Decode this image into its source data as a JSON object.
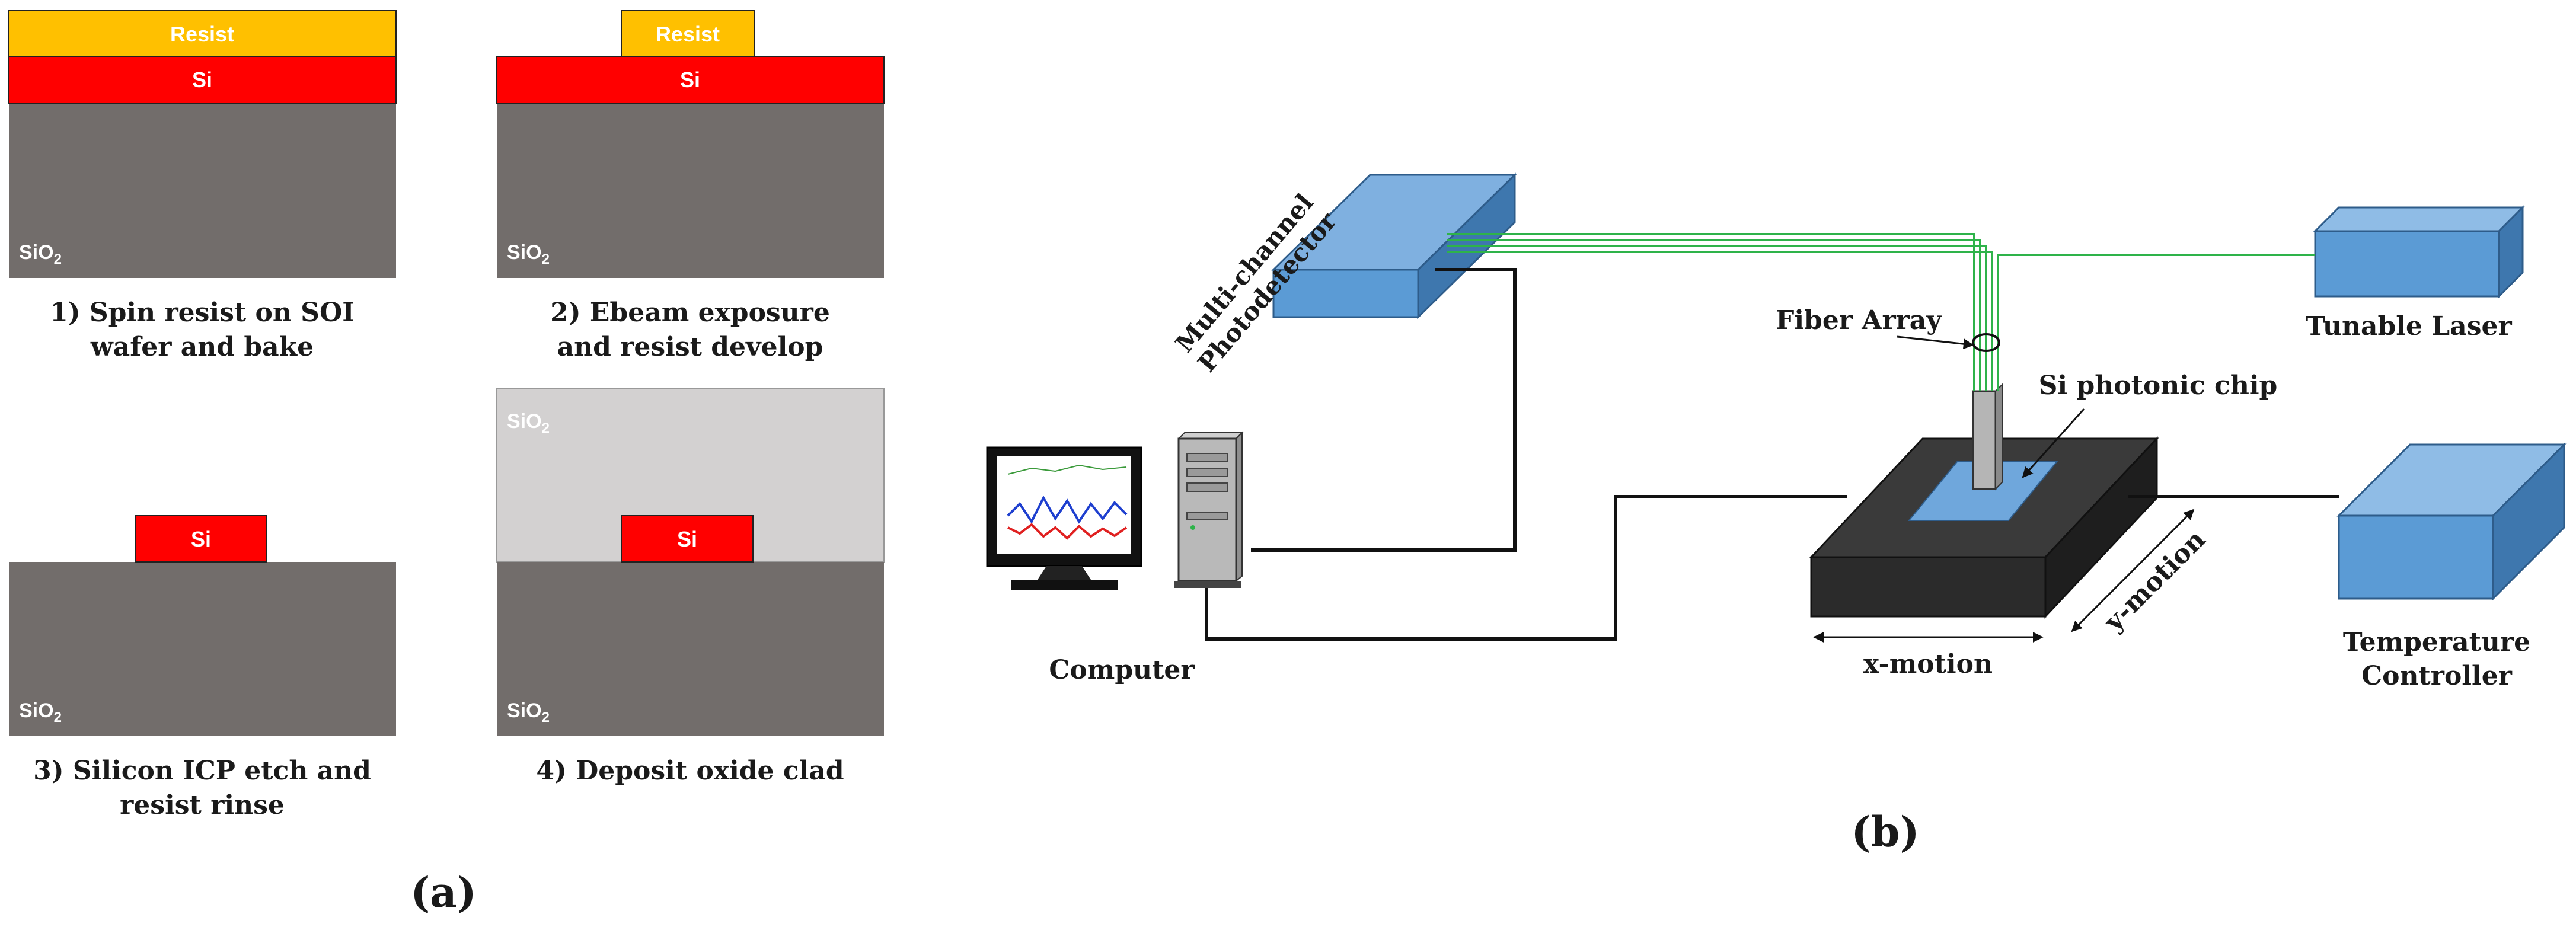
{
  "panel_a": {
    "label": "(a)",
    "materials": {
      "resist": "Resist",
      "si": "Si",
      "sio2_base": "SiO",
      "sio2_sub": "2"
    },
    "colors": {
      "resist": "#FFC000",
      "si": "#FF0000",
      "oxide": "#726D6B",
      "clad": "#D3D1D1"
    },
    "steps": [
      {
        "line1": "1) Spin resist on SOI",
        "line2": "wafer and bake"
      },
      {
        "line1": "2) Ebeam exposure",
        "line2": "and resist develop"
      },
      {
        "line1": "3) Silicon ICP etch and",
        "line2": "resist rinse"
      },
      {
        "line1": "4) Deposit oxide clad",
        "line2": ""
      }
    ]
  },
  "panel_b": {
    "label": "(b)",
    "photodetector_line1": "Multi-channel",
    "photodetector_line2": "Photodetector",
    "tunable_laser": "Tunable Laser",
    "fiber_array": "Fiber Array",
    "chip": "Si photonic chip",
    "temp_line1": "Temperature",
    "temp_line2": "Controller",
    "computer": "Computer",
    "x_motion": "x-motion",
    "y_motion": "y-motion",
    "colors": {
      "box": "#5B9BD5",
      "stage": "#3A3A3A",
      "fiber": "#2EB34A"
    }
  }
}
